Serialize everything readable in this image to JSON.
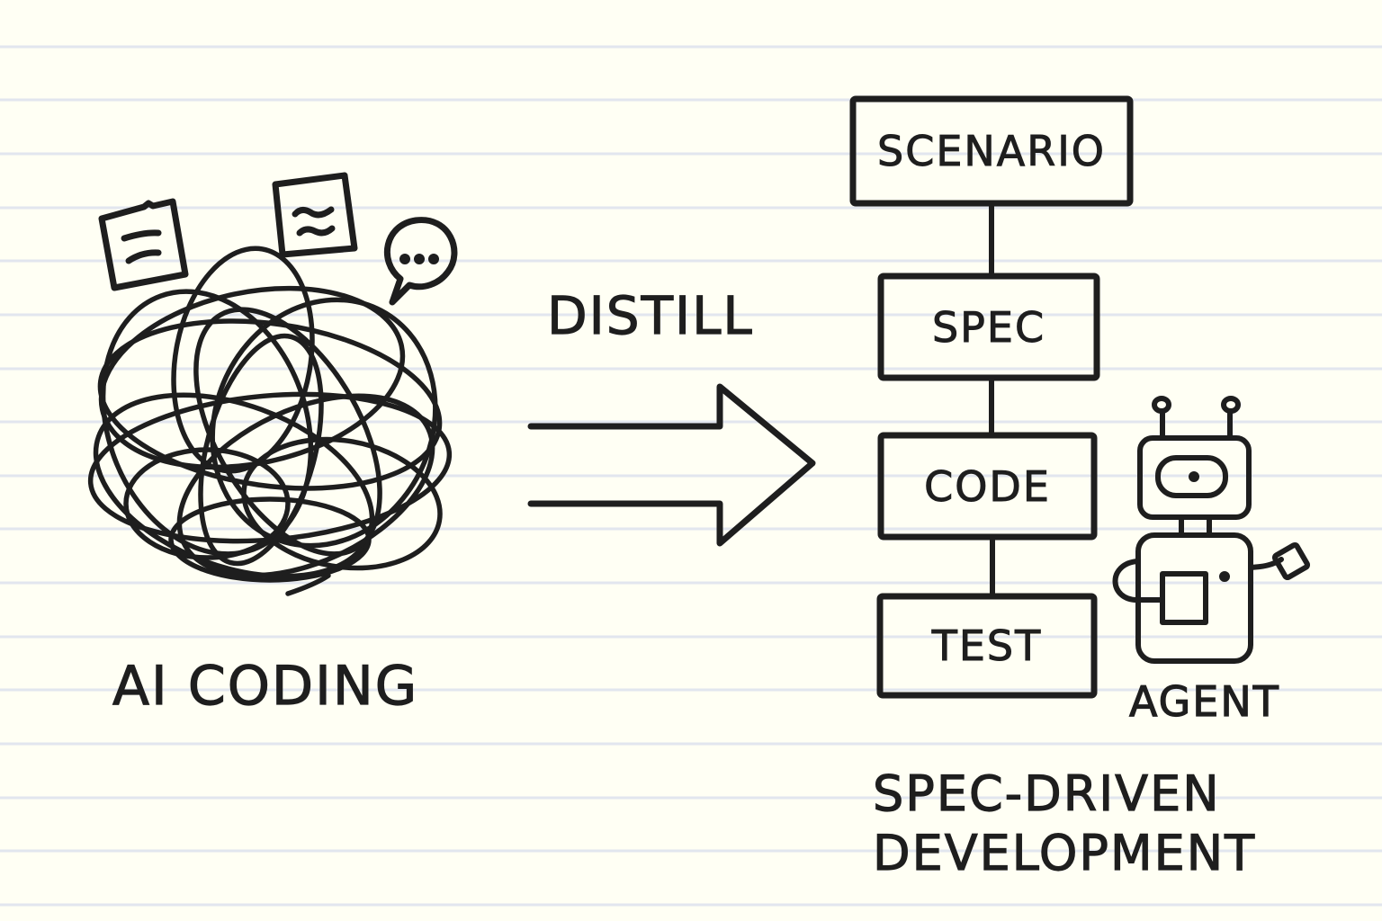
{
  "colors": {
    "background": "#fffff4",
    "rule_line": "#e2e6ee",
    "ink": "#1e1e1e"
  },
  "left": {
    "caption": "AI CODING",
    "icons": [
      "note-icon",
      "note-wavy-icon",
      "speech-bubble-icon",
      "scribble-tangle"
    ]
  },
  "middle": {
    "caption": "DISTILL",
    "icon": "double-arrow-right-icon"
  },
  "right": {
    "flow": [
      {
        "label": "SCENARIO"
      },
      {
        "label": "SPEC"
      },
      {
        "label": "CODE"
      },
      {
        "label": "TEST"
      }
    ],
    "agent_caption": "AGENT",
    "title_line1": "SPEC-DRIVEN",
    "title_line2": "DEVELOPMENT"
  }
}
